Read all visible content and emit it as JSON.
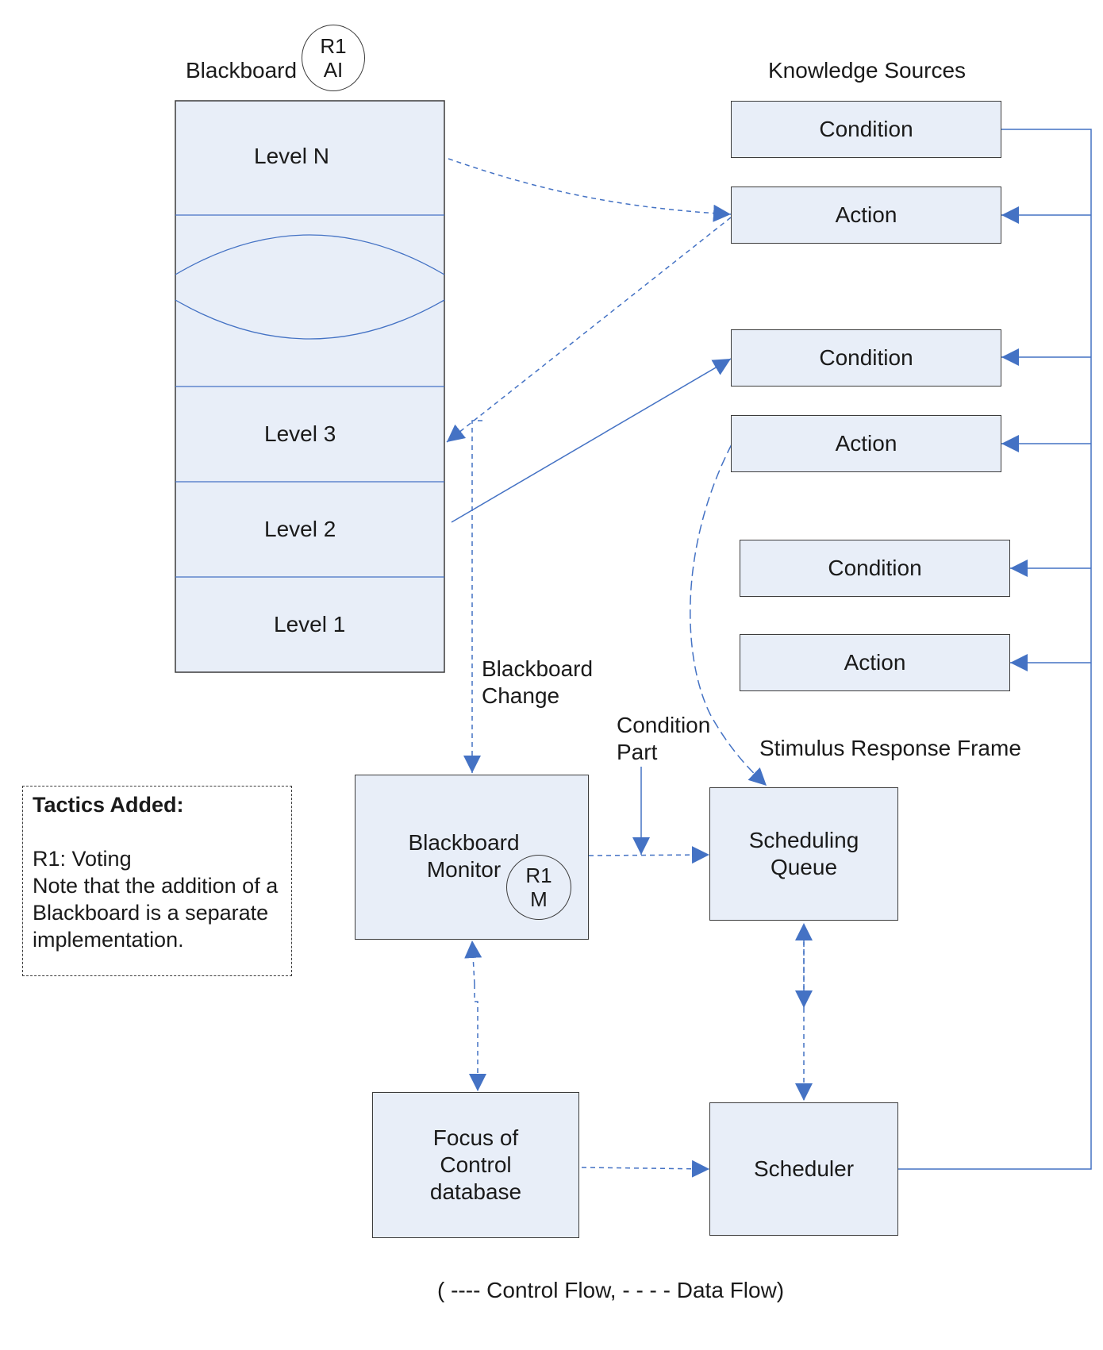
{
  "blackboard": {
    "title": "Blackboard",
    "badge_line1": "R1",
    "badge_line2": "AI",
    "levels": [
      "Level N",
      "Level 3",
      "Level 2",
      "Level 1"
    ]
  },
  "knowledge_sources": {
    "title": "Knowledge Sources",
    "items": [
      "Condition",
      "Action",
      "Condition",
      "Action",
      "Condition",
      "Action"
    ]
  },
  "labels": {
    "blackboard_change": "Blackboard\nChange",
    "condition_part": "Condition\nPart",
    "stimulus_response_frame": "Stimulus Response Frame"
  },
  "nodes": {
    "monitor": "Blackboard\nMonitor",
    "monitor_badge_line1": "R1",
    "monitor_badge_line2": "M",
    "scheduling_queue": "Scheduling\nQueue",
    "focus_db": "Focus of\nControl\ndatabase",
    "scheduler": "Scheduler"
  },
  "tactics": {
    "title": "Tactics Added:",
    "body": "R1: Voting\nNote that the addition of a Blackboard is a separate implementation."
  },
  "legend": "( ---- Control Flow, - - - -  Data Flow)",
  "colors": {
    "box_fill": "#e8eef8",
    "line": "#4472c4",
    "border": "#3c3c3c"
  }
}
